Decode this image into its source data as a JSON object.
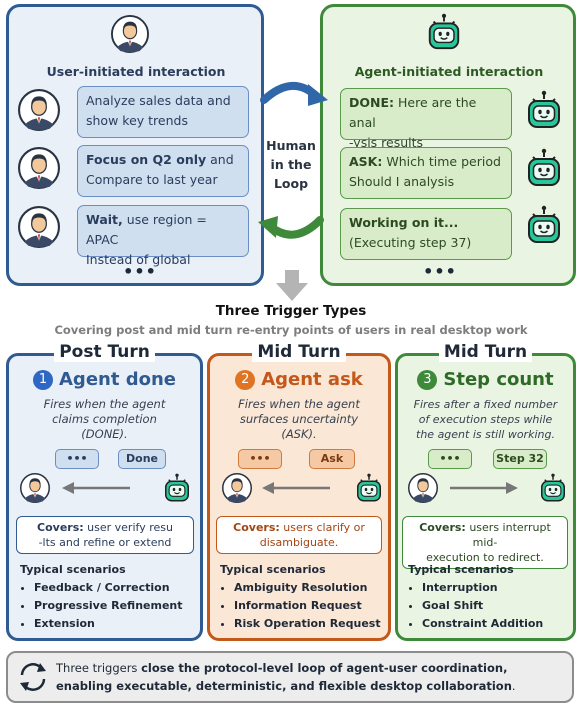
{
  "top": {
    "user_title": "User-initiated interaction",
    "agent_title": "Agent-initiated interaction",
    "center_label_lines": [
      "Human",
      "in the",
      "Loop"
    ],
    "user_messages": [
      {
        "bold": "",
        "lines": [
          "Analyze sales data and",
          "show key trends"
        ]
      },
      {
        "bold": "Focus on Q2 only",
        "lines": [
          " and",
          "Compare to last year"
        ]
      },
      {
        "bold": "Wait,",
        "lines": [
          " use region = APAC",
          "Instead of global"
        ]
      }
    ],
    "agent_messages": [
      {
        "bold": "DONE:",
        "lines": [
          " Here are the anal",
          "-ysis results"
        ]
      },
      {
        "bold": "ASK:",
        "lines": [
          " Which time period",
          "Should I analysis"
        ]
      },
      {
        "bold": "Working on it...",
        "lines": [
          "",
          "(Executing step 37)"
        ]
      }
    ],
    "ellipsis": "•••"
  },
  "section": {
    "title": "Three Trigger Types",
    "subtitle": "Covering post and mid turn re-entry points of users in real desktop work"
  },
  "cards": [
    {
      "header": "Post Turn",
      "number": "1",
      "title": "Agent done",
      "desc": [
        "Fires when the agent",
        "claims completion",
        "(DONE)."
      ],
      "chip_left": "•••",
      "chip_right": "Done",
      "covers_label": "Covers:",
      "covers_text": [
        " user verify resu",
        "-lts and refine or extend"
      ],
      "typical_label": "Typical scenarios",
      "scenarios": [
        "Feedback / Correction",
        "Progressive Refinement",
        "Extension"
      ],
      "color": "#2f5a92",
      "fill": "#e9f0f8"
    },
    {
      "header": "Mid Turn",
      "number": "2",
      "title": "Agent ask",
      "desc": [
        "Fires when the agent",
        "surfaces uncertainty",
        "(ASK)."
      ],
      "chip_left": "•••",
      "chip_right": "Ask",
      "covers_label": "Covers:",
      "covers_text": [
        " users clarify or",
        "disambiguate."
      ],
      "typical_label": "Typical scenarios",
      "scenarios": [
        "Ambiguity Resolution",
        "Information Request",
        "Risk Operation Request"
      ],
      "color": "#c2581a",
      "fill": "#fbe7d6"
    },
    {
      "header": "Mid Turn",
      "number": "3",
      "title": "Step count",
      "desc": [
        "Fires after a fixed number",
        "of execution steps while",
        "the agent is still working."
      ],
      "chip_left": "•••",
      "chip_right": "Step 32",
      "covers_label": "Covers:",
      "covers_text": [
        " users interrupt mid-",
        "execution to redirect."
      ],
      "typical_label": "Typical scenarios",
      "scenarios": [
        "Interruption",
        "Goal Shift",
        "Constraint Addition"
      ],
      "color": "#3f8a3a",
      "fill": "#eaf4e3"
    }
  ],
  "footer": {
    "lead": "Three triggers ",
    "bold1": "close the protocol-level loop of agent-user coordination,",
    "bold2": "enabling executable, deterministic, and flexible desktop collaboration",
    "tail": "."
  }
}
